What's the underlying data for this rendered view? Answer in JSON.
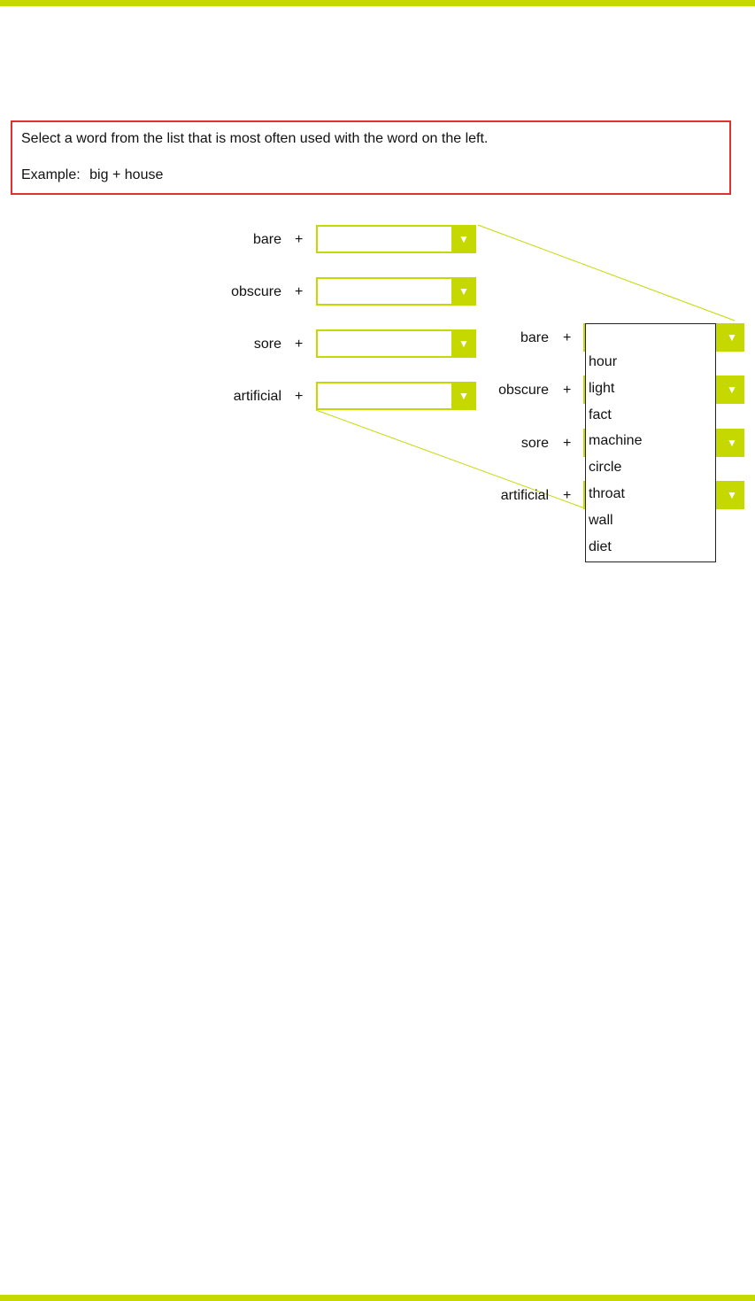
{
  "instructions": {
    "line1": "Select a word from the list that is most often used with the word on the left.",
    "example_label": "Example:",
    "example_left": "big",
    "example_plus": "+",
    "example_right": "house"
  },
  "questions": [
    {
      "word": "bare",
      "plus": "+"
    },
    {
      "word": "obscure",
      "plus": "+"
    },
    {
      "word": "sore",
      "plus": "+"
    },
    {
      "word": "artificial",
      "plus": "+"
    }
  ],
  "zoom": {
    "questions": [
      {
        "word": "bare",
        "plus": "+"
      },
      {
        "word": "obscure",
        "plus": "+"
      },
      {
        "word": "sore",
        "plus": "+"
      },
      {
        "word": "artificial",
        "plus": "+"
      }
    ],
    "options": [
      "hour",
      "light",
      "fact",
      "machine",
      "circle",
      "throat",
      "wall",
      "diet"
    ]
  },
  "icons": {
    "dropdown_arrow": "▼"
  },
  "colors": {
    "accent": "#c5d800",
    "border_alert": "#e03030"
  }
}
